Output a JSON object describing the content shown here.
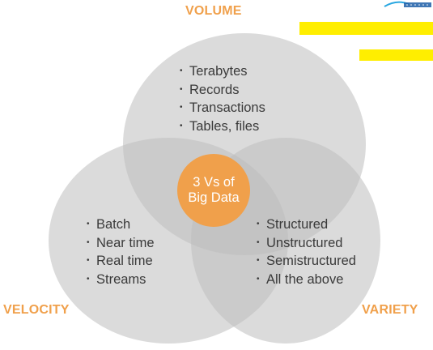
{
  "diagram": {
    "center": {
      "line1": "3 Vs of",
      "line2": "Big Data"
    },
    "volume": {
      "title": "VOLUME",
      "items": [
        "Terabytes",
        "Records",
        "Transactions",
        "Tables, files"
      ]
    },
    "velocity": {
      "title": "VELOCITY",
      "items": [
        "Batch",
        "Near time",
        "Real time",
        "Streams"
      ]
    },
    "variety": {
      "title": "VARIETY",
      "items": [
        "Structured",
        "Unstructured",
        "Semistructured",
        "All the above"
      ]
    }
  },
  "colors": {
    "accent": "#f0a04b",
    "circle_fill": "#bebebe",
    "highlight": "#ffee00",
    "text": "#3a3a3a"
  },
  "overlays": {
    "icons": [
      "corner-logo-icon"
    ]
  }
}
